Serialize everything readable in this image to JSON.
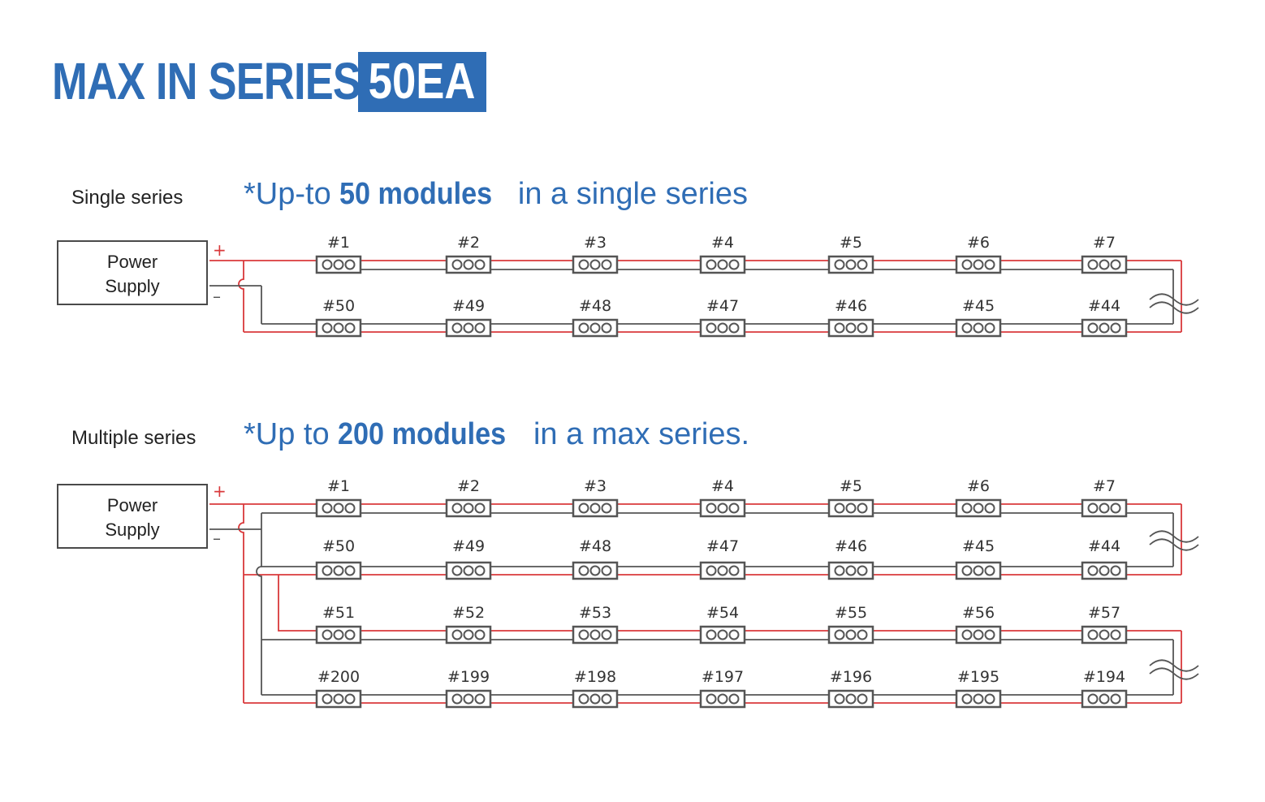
{
  "header": {
    "title": "MAX IN SERIES",
    "badge": "50EA",
    "accent_color": "#2f6db5"
  },
  "single": {
    "label": "Single series",
    "note_prefix": "*Up-to ",
    "note_bold": "50 modules",
    "note_suffix": " in a single series",
    "power_supply": {
      "line1": "Power",
      "line2": "Supply",
      "plus": "+",
      "minus": "–"
    },
    "rows": [
      [
        "#1",
        "#2",
        "#3",
        "#4",
        "#5",
        "#6",
        "#7"
      ],
      [
        "#50",
        "#49",
        "#48",
        "#47",
        "#46",
        "#45",
        "#44"
      ]
    ]
  },
  "multiple": {
    "label": "Multiple series",
    "note_prefix": "*Up to ",
    "note_bold": "200 modules",
    "note_suffix": " in a max series.",
    "power_supply": {
      "line1": "Power",
      "line2": "Supply",
      "plus": "+",
      "minus": "–"
    },
    "rows": [
      [
        "#1",
        "#2",
        "#3",
        "#4",
        "#5",
        "#6",
        "#7"
      ],
      [
        "#50",
        "#49",
        "#48",
        "#47",
        "#46",
        "#45",
        "#44"
      ],
      [
        "#51",
        "#52",
        "#53",
        "#54",
        "#55",
        "#56",
        "#57"
      ],
      [
        "#200",
        "#199",
        "#198",
        "#197",
        "#196",
        "#195",
        "#194"
      ]
    ]
  },
  "colors": {
    "positive_wire": "#d9393b",
    "negative_wire": "#555555",
    "module_outline": "#555555"
  }
}
